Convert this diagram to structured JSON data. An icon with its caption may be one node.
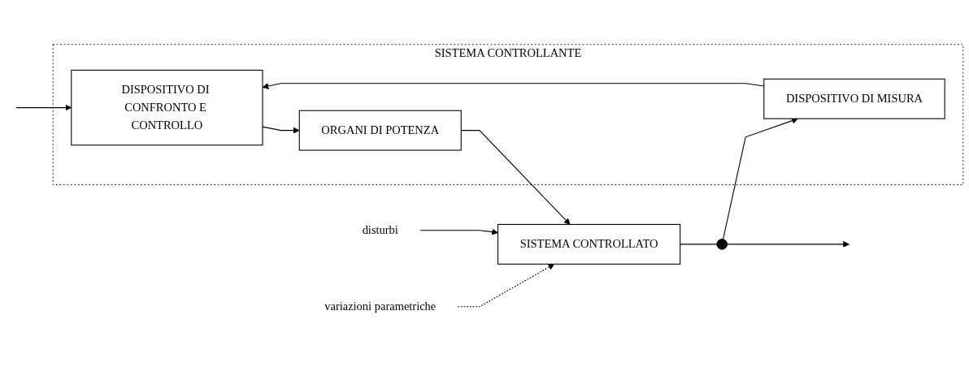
{
  "diagram": {
    "nodes": [
      {
        "text": [
          "SISTEMA CONTROLLANTE"
        ]
      },
      {
        "text": [
          "DISPOSITIVO DI CONFRONTO E CONTROLLO"
        ],
        "in": 0
      },
      {
        "text": [
          "ORGANI DI POTENZA"
        ],
        "in": 0
      },
      {
        "text": [
          "DISPOSITIVO DI MISURA"
        ],
        "in": 0
      },
      {
        "text": [
          "variazioni parametriche"
        ]
      },
      {
        "text": [
          "disturbi"
        ]
      },
      {
        "text": [
          "SISTEMA CONTROLLATO"
        ]
      },
      {
        "text": [],
        "shape": "circle"
      }
    ],
    "edges": [
      {
        "from": null,
        "to": 1,
        "arrow": "to"
      },
      {
        "from": 1,
        "to": 2,
        "arrow": "to"
      },
      {
        "from": 2,
        "to": 6,
        "arrow": "to"
      },
      {
        "from": 4,
        "to": 6,
        "arrow": "to",
        "style": "dashed"
      },
      {
        "from": 5,
        "to": 6,
        "arrow": "to"
      },
      {
        "from": 6,
        "to": 7,
        "arrow": "none"
      },
      {
        "from": 7,
        "to": null,
        "arrow": "to"
      },
      {
        "from": 7,
        "to": 3,
        "arrow": "to"
      },
      {
        "from": 3,
        "to": 1,
        "arrow": "to"
      }
    ]
  }
}
